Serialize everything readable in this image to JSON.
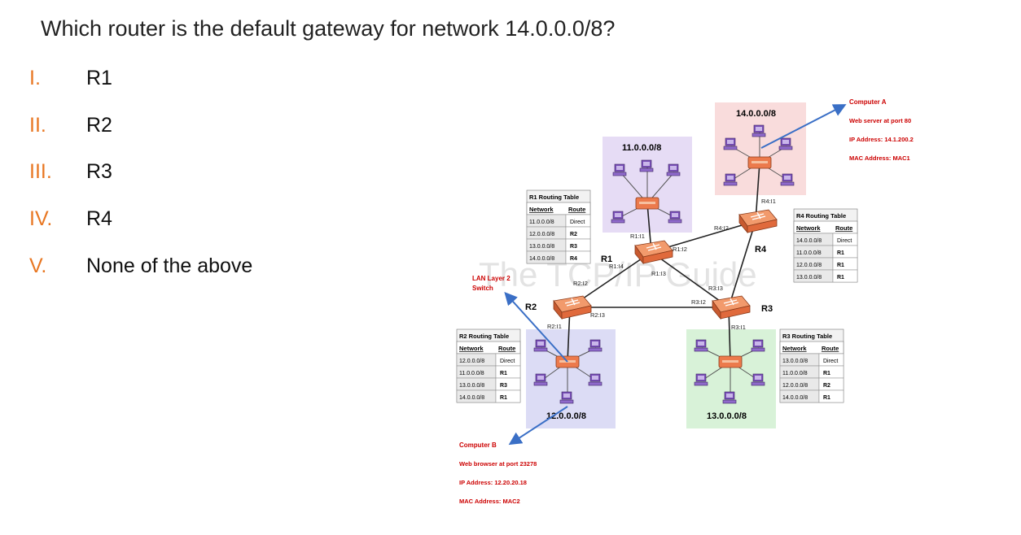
{
  "question": "Which router is the default gateway for network 14.0.0.0/8?",
  "options": [
    {
      "numeral": "I.",
      "text": "R1"
    },
    {
      "numeral": "II.",
      "text": "R2"
    },
    {
      "numeral": "III.",
      "text": "R3"
    },
    {
      "numeral": "IV.",
      "text": "R4"
    },
    {
      "numeral": "V.",
      "text": "None of the above"
    }
  ],
  "diagram": {
    "watermark": "The TCP/IP Guide",
    "subnets": {
      "n11": "11.0.0.0/8",
      "n12": "12.0.0.0/8",
      "n13": "13.0.0.0/8",
      "n14": "14.0.0.0/8"
    },
    "routers": {
      "r1": "R1",
      "r2": "R2",
      "r3": "R3",
      "r4": "R4"
    },
    "interfaces": {
      "r1i1": "R1:I1",
      "r1i2": "R1:I2",
      "r1i3": "R1:I3",
      "r1i4": "R1:I4",
      "r2i1": "R2:I1",
      "r2i2": "R2:I2",
      "r2i3": "R2:I3",
      "r3i1": "R3:I1",
      "r3i2": "R3:I2",
      "r3i3": "R3:I3",
      "r4i1": "R4:I1",
      "r4i2": "R4:I2"
    },
    "lan_switch": [
      "LAN Layer 2",
      "Switch"
    ],
    "routing_tables": {
      "r1": {
        "title": "R1 Routing Table",
        "headers": [
          "Network",
          "Route"
        ],
        "rows": [
          [
            "11.0.0.0/8",
            "Direct"
          ],
          [
            "12.0.0.0/8",
            "R2"
          ],
          [
            "13.0.0.0/8",
            "R3"
          ],
          [
            "14.0.0.0/8",
            "R4"
          ]
        ]
      },
      "r2": {
        "title": "R2 Routing Table",
        "headers": [
          "Network",
          "Route"
        ],
        "rows": [
          [
            "12.0.0.0/8",
            "Direct"
          ],
          [
            "11.0.0.0/8",
            "R1"
          ],
          [
            "13.0.0.0/8",
            "R3"
          ],
          [
            "14.0.0.0/8",
            "R1"
          ]
        ]
      },
      "r3": {
        "title": "R3 Routing Table",
        "headers": [
          "Network",
          "Route"
        ],
        "rows": [
          [
            "13.0.0.0/8",
            "Direct"
          ],
          [
            "11.0.0.0/8",
            "R1"
          ],
          [
            "12.0.0.0/8",
            "R2"
          ],
          [
            "14.0.0.0/8",
            "R1"
          ]
        ]
      },
      "r4": {
        "title": "R4 Routing Table",
        "headers": [
          "Network",
          "Route"
        ],
        "rows": [
          [
            "14.0.0.0/8",
            "Direct"
          ],
          [
            "11.0.0.0/8",
            "R1"
          ],
          [
            "12.0.0.0/8",
            "R1"
          ],
          [
            "13.0.0.0/8",
            "R1"
          ]
        ]
      }
    },
    "computer_a": [
      "Computer A",
      "Web server at port 80",
      "IP Address: 14.1.200.2",
      "MAC Address: MAC1"
    ],
    "computer_b": [
      "Computer B",
      "Web browser at port 23278",
      "IP Address: 12.20.20.18",
      "MAC Address: MAC2"
    ],
    "colors": {
      "n11_fill": "#e6dcf5",
      "n12_fill": "#dcdcf5",
      "n13_fill": "#d8f2d8",
      "n14_fill": "#f9dcdc",
      "router": "#ec7a4c",
      "arrow": "#3a6fc6",
      "annotation_red": "#cc0000"
    }
  }
}
